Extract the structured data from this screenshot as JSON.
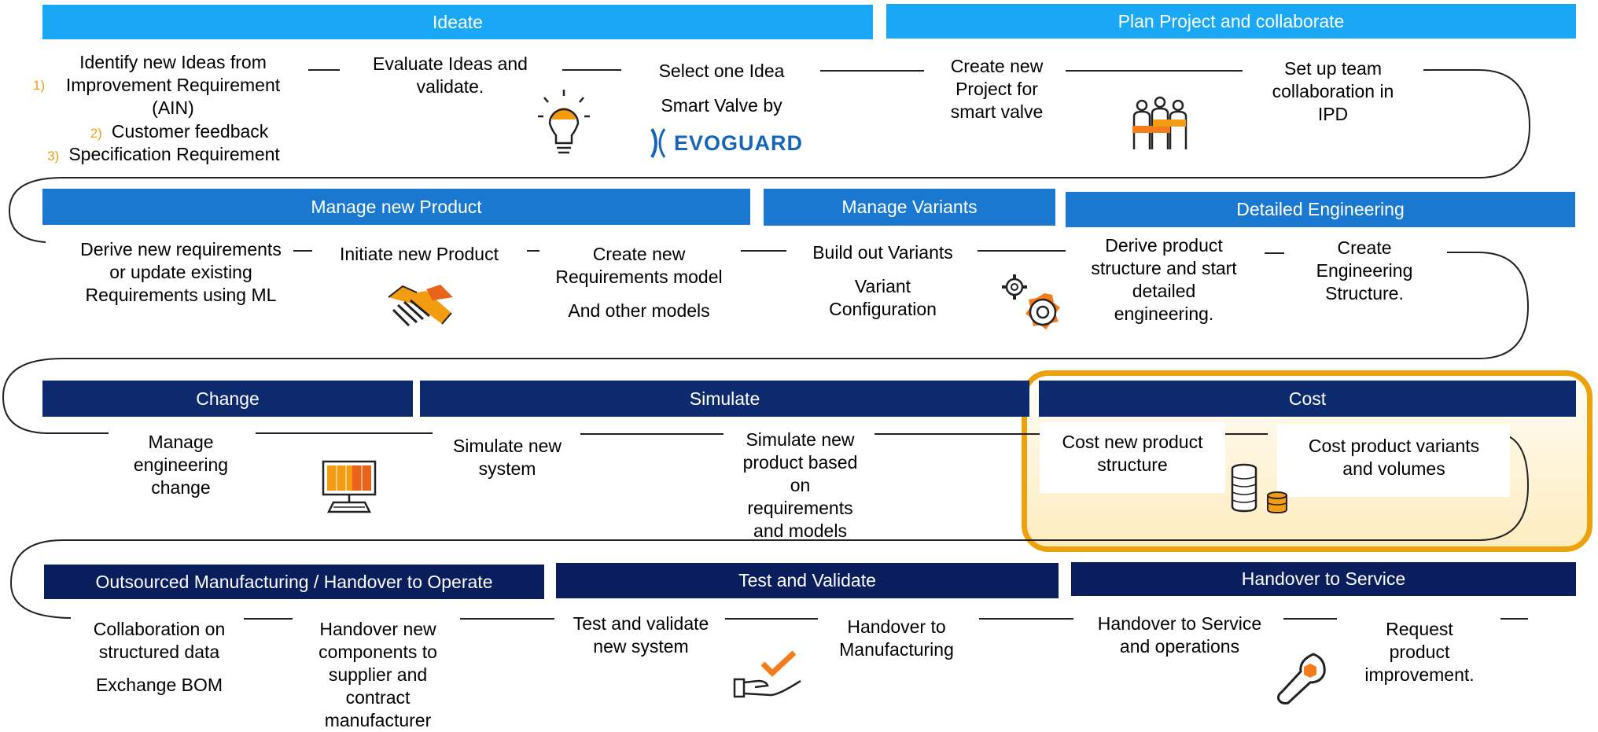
{
  "phases": {
    "ideate": "Ideate",
    "plan": "Plan Project and collaborate",
    "manage_product": "Manage new Product",
    "manage_variants": "Manage Variants",
    "detailed_engineering": "Detailed Engineering",
    "change": "Change",
    "simulate": "Simulate",
    "cost": "Cost",
    "outsourced": "Outsourced Manufacturing / Handover to Operate",
    "test_validate": "Test and Validate",
    "handover_service": "Handover to Service"
  },
  "row1": {
    "identify_1": "Identify new Ideas from",
    "identify_2": "Improvement Requirement",
    "identify_3": "(AIN)",
    "num1": "1)",
    "num2": "2)",
    "num3": "3)",
    "customer_feedback": "Customer feedback",
    "spec_req": "Specification Requirement",
    "evaluate_1": "Evaluate Ideas and",
    "evaluate_2": "validate.",
    "select_idea": "Select one Idea",
    "smart_valve_by": "Smart Valve by",
    "logo_text": "EVOGUARD",
    "create_project_1": "Create new",
    "create_project_2": "Project for",
    "create_project_3": "smart valve",
    "setup_team_1": "Set up team",
    "setup_team_2": "collaboration in",
    "setup_team_3": "IPD"
  },
  "row2": {
    "derive_req_1": "Derive new requirements",
    "derive_req_2": "or update existing",
    "derive_req_3": "Requirements using ML",
    "initiate_product": "Initiate new Product",
    "create_req_1": "Create new",
    "create_req_2": "Requirements model",
    "create_req_3": "And other models",
    "build_variants": "Build out Variants",
    "variant_config_1": "Variant",
    "variant_config_2": "Configuration",
    "derive_struct_1": "Derive product",
    "derive_struct_2": "structure  and start",
    "derive_struct_3": "detailed",
    "derive_struct_4": "engineering.",
    "create_eng_1": "Create",
    "create_eng_2": "Engineering",
    "create_eng_3": "Structure."
  },
  "row3": {
    "manage_change_1": "Manage",
    "manage_change_2": "engineering",
    "manage_change_3": "change",
    "sim_system_1": "Simulate new",
    "sim_system_2": "system",
    "sim_product_1": "Simulate new",
    "sim_product_2": "product based",
    "sim_product_3": "on",
    "sim_product_4": "requirements",
    "sim_product_5": "and models",
    "cost_struct_1": "Cost new product",
    "cost_struct_2": "structure",
    "cost_variants_1": "Cost product variants",
    "cost_variants_2": "and volumes"
  },
  "row4": {
    "collab_1": "Collaboration on",
    "collab_2": "structured data",
    "exchange_bom": "Exchange BOM",
    "handover_comp_1": "Handover new",
    "handover_comp_2": "components to",
    "handover_comp_3": "supplier and",
    "handover_comp_4": "contract",
    "handover_comp_5": "manufacturer",
    "test_sys_1": "Test and validate",
    "test_sys_2": "new system",
    "handover_mfg_1": "Handover to",
    "handover_mfg_2": "Manufacturing",
    "handover_ops_1": "Handover to Service",
    "handover_ops_2": "and operations",
    "request_1": "Request",
    "request_2": "product",
    "request_3": "improvement."
  },
  "colors": {
    "ideate_header": "#1aa7f5",
    "row2_header": "#1a78d0",
    "row3_header": "#0e2a6e",
    "row4_header": "#0a1d5c",
    "accent_orange": "#eba20c",
    "logo_blue": "#1565b8"
  },
  "icons": [
    "lightbulb-icon",
    "team-icon",
    "handshake-icon",
    "gears-icon",
    "computer-icon",
    "coins-icon",
    "check-hand-icon",
    "wrench-icon"
  ]
}
